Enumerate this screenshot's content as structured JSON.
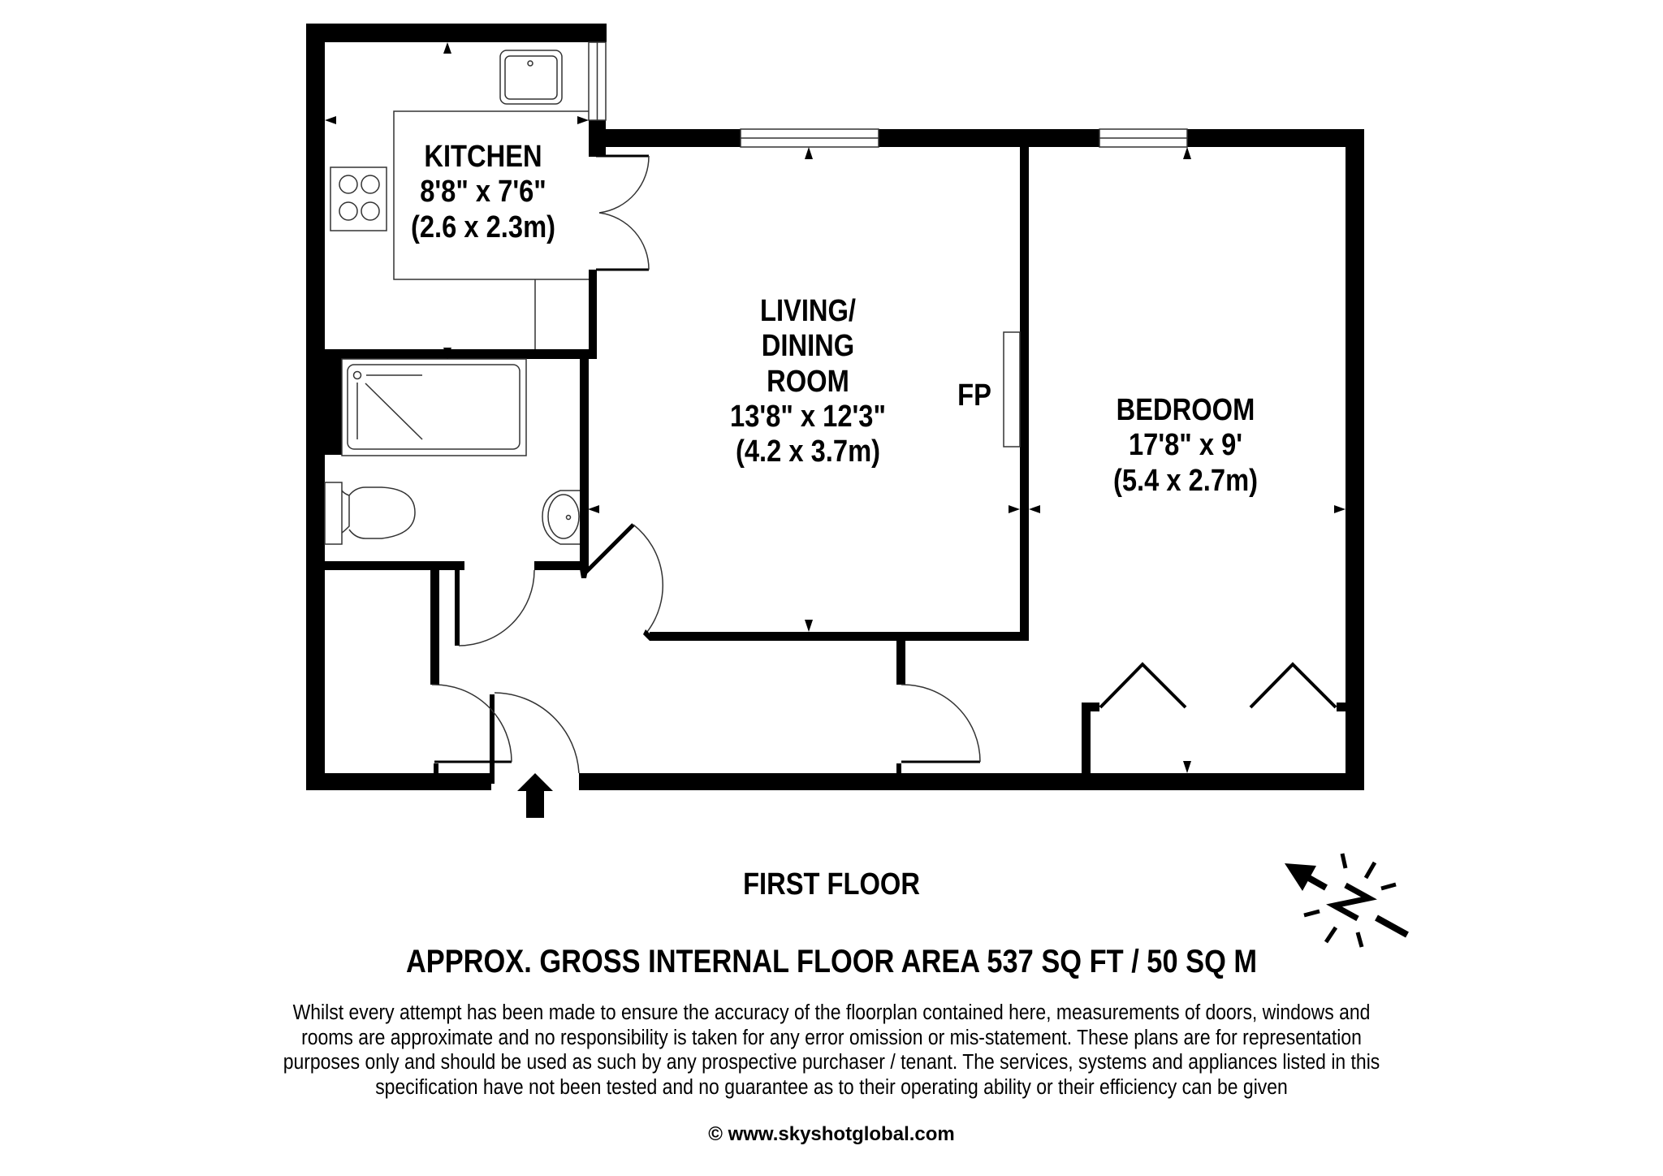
{
  "floor_plan": {
    "floor_name": "FIRST FLOOR",
    "area_summary": "APPROX. GROSS INTERNAL FLOOR AREA 537 SQ FT / 50 SQ M",
    "rooms": [
      {
        "id": "kitchen",
        "name": "KITCHEN",
        "dims_imperial": "8'8\" x 7'6\"",
        "dims_metric": "(2.6 x 2.3m)"
      },
      {
        "id": "living",
        "name_line1": "LIVING/",
        "name_line2": "DINING",
        "name_line3": "ROOM",
        "dims_imperial": "13'8\" x 12'3\"",
        "dims_metric": "(4.2 x 3.7m)"
      },
      {
        "id": "bedroom",
        "name": "BEDROOM",
        "dims_imperial": "17'8\" x 9'",
        "dims_metric": "(5.4 x 2.7m)"
      }
    ],
    "fixtures": {
      "fireplace_label": "FP"
    },
    "icons": {
      "entrance": "entrance-arrow-icon",
      "north": "north-compass-icon",
      "compass_letter": "N"
    },
    "colors": {
      "wall": "#000000",
      "background": "#ffffff",
      "fixture_line": "#333333"
    }
  },
  "footer": {
    "disclaimer_lines": [
      "Whilst every attempt has been made to ensure the accuracy of the floorplan contained here, measurements of doors, windows and",
      "rooms are approximate and no responsibility is taken for any error omission or mis-statement. These plans are for representation",
      "purposes only and should  be used as such by any prospective purchaser / tenant. The services, systems and appliances listed in this",
      "specification have not been tested and no guarantee as to their operating ability or their efficiency can be given"
    ],
    "copyright": "© www.skyshotglobal.com"
  }
}
